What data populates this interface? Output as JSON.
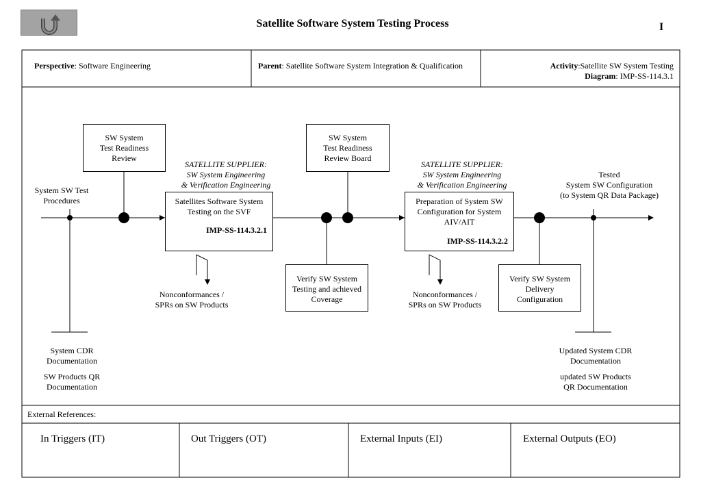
{
  "header": {
    "title": "Satellite Software System Testing Process",
    "page_marker": "I",
    "back_button_icon": "u-turn-arrow-icon"
  },
  "info": {
    "perspective_label": "Perspective",
    "perspective_value": ": Software Engineering",
    "parent_label": "Parent",
    "parent_value": ": Satellite Software  System Integration & Qualification",
    "activity_label": "Activity",
    "activity_value": ":Satellite SW System Testing",
    "diagram_label": "Diagram",
    "diagram_value": ": IMP-SS-114.3.1"
  },
  "diagram": {
    "input_left": [
      "System SW Test",
      "Procedures"
    ],
    "review1": [
      "SW System",
      "Test  Readiness",
      "Review"
    ],
    "review2": [
      "SW  System",
      "Test  Readiness",
      "Review Board"
    ],
    "supplier1": [
      "SATELLITE  SUPPLIER:",
      "SW System Engineering",
      "& Verification Engineering"
    ],
    "supplier2": [
      "SATELLITE  SUPPLIER:",
      "SW System Engineering",
      "& Verification Engineering"
    ],
    "process1": {
      "lines": [
        "Satellites Software System",
        "Testing on the SVF"
      ],
      "id": "IMP-SS-114.3.2.1"
    },
    "process2": {
      "lines": [
        "Preparation of System SW",
        "Configuration for System",
        "AIV/AIT"
      ],
      "id": "IMP-SS-114.3.2.2"
    },
    "nc1": [
      "Nonconformances /",
      "SPRs on SW Products"
    ],
    "nc2": [
      "Nonconformances /",
      "SPRs on SW Products"
    ],
    "verify1": [
      "Verify SW System",
      "Testing and achieved",
      "Coverage"
    ],
    "verify2": [
      "Verify SW System",
      "Delivery",
      "Configuration"
    ],
    "output_right": [
      "Tested",
      "System SW Configuration",
      "(to System QR Data Package)"
    ],
    "bottom_left": [
      "System CDR",
      "Documentation",
      "SW Products QR",
      "Documentation"
    ],
    "bottom_right": [
      "Updated System CDR",
      "Documentation",
      "updated SW Products",
      "QR Documentation"
    ]
  },
  "external": {
    "label": "External References:",
    "columns": [
      "In Triggers (IT)",
      "Out Triggers (OT)",
      "External Inputs (EI)",
      "External Outputs (EO)"
    ]
  }
}
